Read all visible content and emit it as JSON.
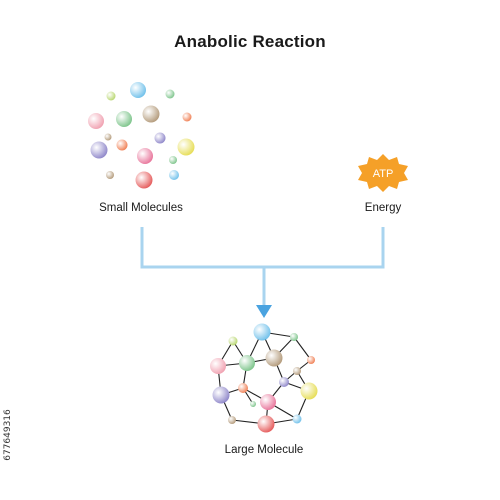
{
  "diagram": {
    "title": "Anabolic Reaction",
    "labels": {
      "small_molecules": "Small Molecules",
      "energy": "Energy",
      "large_molecule": "Large Molecule"
    },
    "atp_text": "ATP",
    "stock_id": "677649316",
    "colors": {
      "connector": "#a9d4ef",
      "arrow": "#4aa3e0",
      "atp_burst": "#f5a028",
      "atp_text": "#ffffff",
      "bond": "#222222"
    }
  }
}
